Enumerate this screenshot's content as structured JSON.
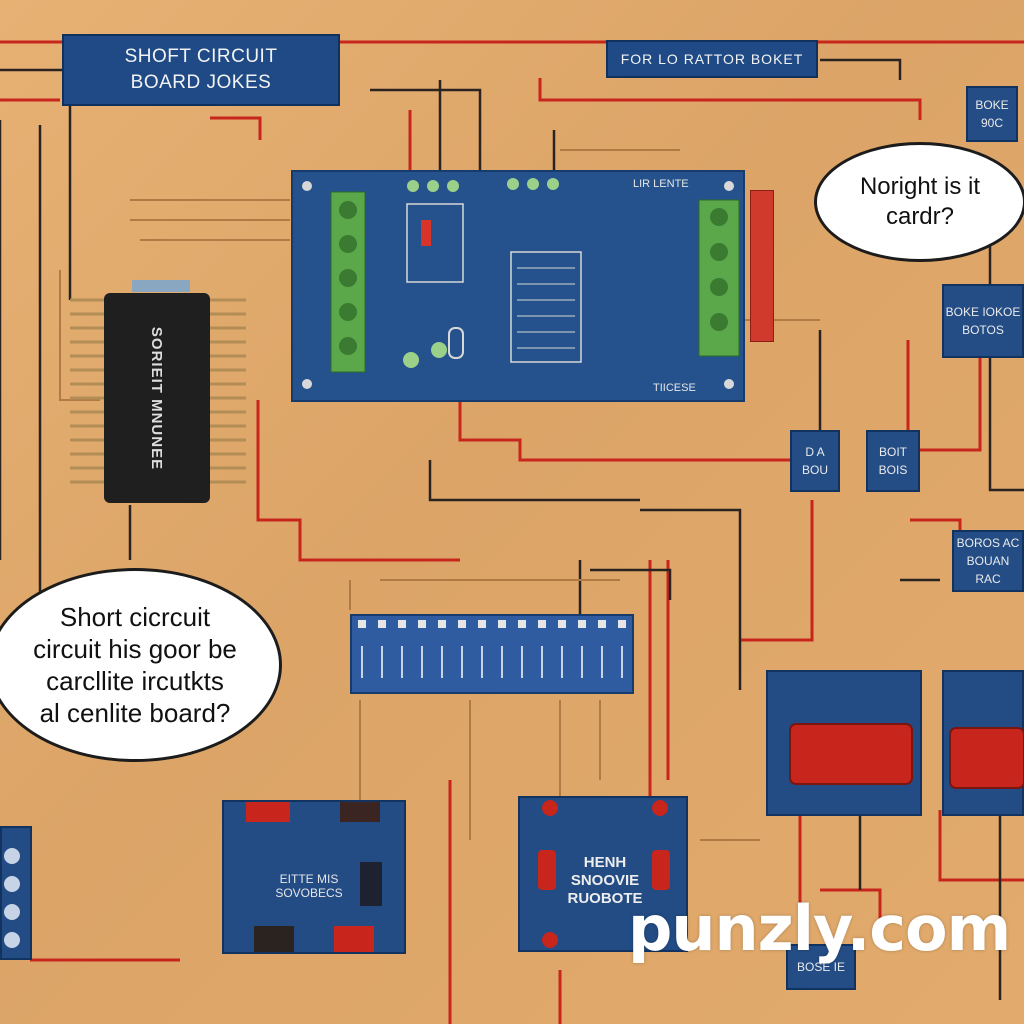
{
  "title_plate": {
    "line1": "SHOFT CIRCUIT",
    "line2": "BOARD JOKES"
  },
  "top_plate": "FOR LO RATTOR BOKET",
  "bubble_right": {
    "line1": "Noright is it",
    "line2": "cardr?"
  },
  "bubble_left": {
    "line1": "Short cicrcuit",
    "line2": "circuit his goor be",
    "line3": "carcllite ircutkts",
    "line4": "al cenlite board?"
  },
  "chip_text": "SORIEIT MNUNEE",
  "main_board_top_label": "LIR LENTE",
  "main_board_bottom_label": "TIICESE",
  "plates": {
    "top_right": "BOKE 90C",
    "right_mid": "BOKE IOKOE BOTOS",
    "mid_a": "D A BOU",
    "mid_b": "BOIT BOIS",
    "right_low": "BOROS AC BOUAN RAC"
  },
  "bottom_left_module_text": "EITTE MIS SOVOBECS",
  "bottom_mid_module_text": "HENH SNOOVIE RUOBOTE",
  "bottom_right_plate": "BOSE IE",
  "watermark": "punzly.com",
  "colors": {
    "wood": "#e2ab6d",
    "board_blue": "#25528c",
    "wire_red": "#c8251d",
    "wire_black": "#222222",
    "terminal_green": "#5aa84a"
  }
}
